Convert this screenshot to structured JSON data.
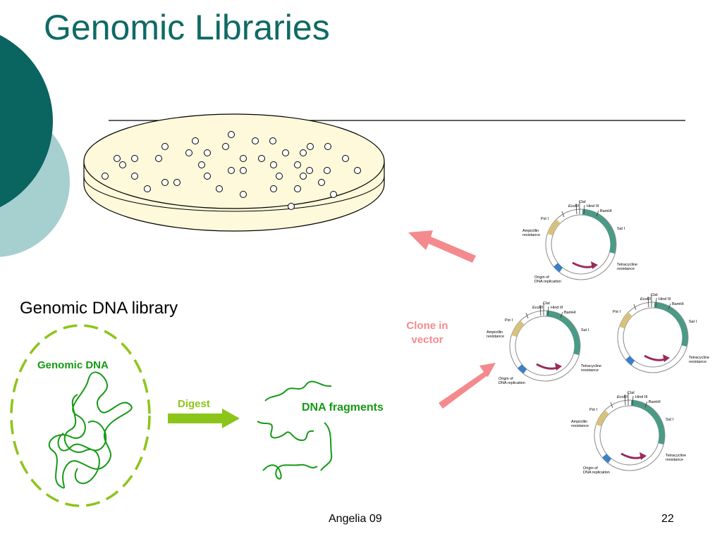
{
  "slide": {
    "title": "Genomic Libraries",
    "library_label": "Genomic DNA library",
    "genomic_dna_label": "Genomic DNA",
    "digest_label": "Digest",
    "fragments_label": "DNA fragments",
    "clone_label_line1": "Clone in",
    "clone_label_line2": "vector",
    "footer_center": "Angelia 09",
    "page_number": "22"
  },
  "plasmid": {
    "cla": "ClaI",
    "ecori": "EcoRI",
    "hindiii": "Hind III",
    "bamhi": "BamHI",
    "sali": "Sal I",
    "psti": "Pst I",
    "amp1": "Ampicillin",
    "amp2": "resistance",
    "tet1": "Tetracycline",
    "tet2": "resistance",
    "ori1": "Origin of",
    "ori2": "DNA replication"
  },
  "colors": {
    "title": "#0f6a64",
    "dark_teal": "#0a6460",
    "light_teal": "#a6cfd0",
    "green_text": "#149a14",
    "lime": "#8cc51a",
    "pink": "#f48a8e",
    "petri_fill": "#fdf9da",
    "tet_gene": "#4b9a86",
    "amp_gene": "#d6c27e",
    "ori": "#3b7fc8",
    "promoter_arrow": "#9a2a5a"
  }
}
